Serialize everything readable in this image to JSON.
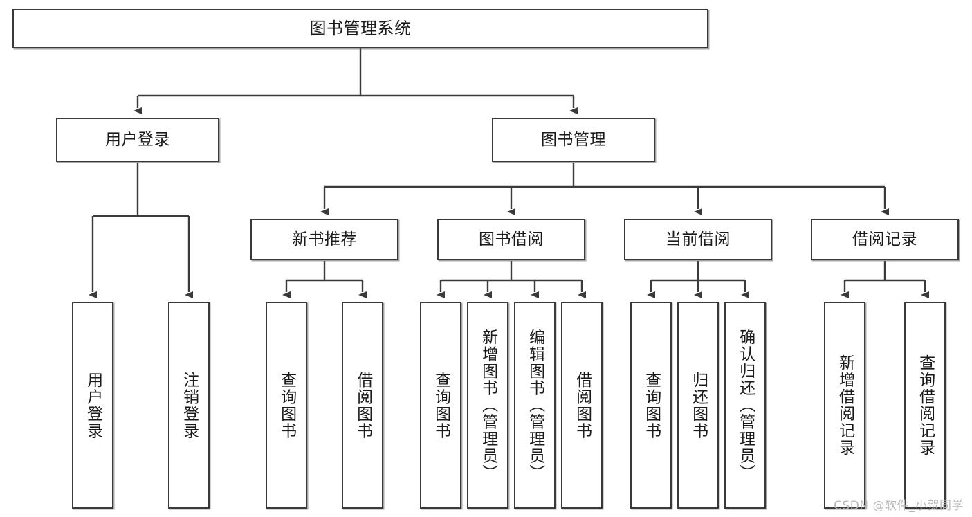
{
  "diagram": {
    "title": "图书管理系统",
    "type": "tree-hierarchy-diagram",
    "stroke_color": "#3a3a3a",
    "fill_color": "#ffffff",
    "text_color": "#1b1b1b",
    "nodes": {
      "root": {
        "label": "图书管理系统"
      },
      "level2": [
        {
          "label": "用户登录"
        },
        {
          "label": "图书管理"
        }
      ],
      "level3": [
        {
          "label": "新书推荐"
        },
        {
          "label": "图书借阅"
        },
        {
          "label": "当前借阅"
        },
        {
          "label": "借阅记录"
        }
      ],
      "leaves": {
        "user_login": [
          {
            "label": "用户登录"
          },
          {
            "label": "注销登录"
          }
        ],
        "new_book_recommend": [
          {
            "label": "查询图书"
          },
          {
            "label": "借阅图书"
          }
        ],
        "book_borrow": [
          {
            "label": "查询图书"
          },
          {
            "label": "新增图书（管理员）"
          },
          {
            "label": "编辑图书（管理员）"
          },
          {
            "label": "借阅图书"
          }
        ],
        "current_borrow": [
          {
            "label": "查询图书"
          },
          {
            "label": "归还图书"
          },
          {
            "label": "确认归还（管理员）"
          }
        ],
        "borrow_record": [
          {
            "label": "新增借阅记录"
          },
          {
            "label": "查询借阅记录"
          }
        ]
      }
    }
  },
  "watermark": {
    "text": "CSDN @软件_小贺同学"
  }
}
